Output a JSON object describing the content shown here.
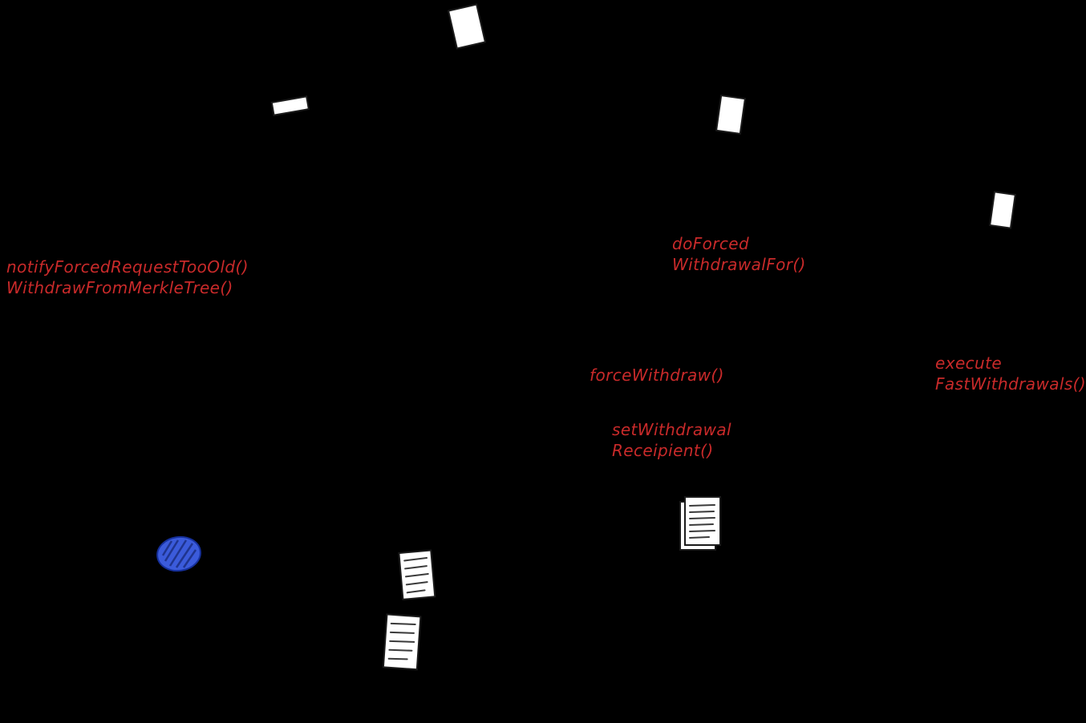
{
  "colors": {
    "canvas_bg": "#000000",
    "label_red": "#c92a2a",
    "document_fill": "#ffffff",
    "document_stroke": "#1b1b1b",
    "ellipse_blue": "#3b5bdb",
    "ellipse_hatch": "#16309c"
  },
  "labels": {
    "notify_forced_request": {
      "line1": "notifyForcedRequestTooOld()",
      "line2": "WithdrawFromMerkleTree()"
    },
    "do_forced_withdrawal": {
      "line1": "doForced",
      "line2": "WithdrawalFor()"
    },
    "force_withdraw": {
      "line1": "forceWithdraw()"
    },
    "set_withdrawal_recipient": {
      "line1": "setWithdrawal",
      "line2": "Receipient()"
    },
    "execute_fast_withdrawals": {
      "line1": "execute",
      "line2": "FastWithdrawals()"
    }
  },
  "icons": [
    {
      "name": "page-icon-top-center",
      "glyph": "blank-page"
    },
    {
      "name": "card-icon-left",
      "glyph": "small-card"
    },
    {
      "name": "page-icon-upper-right",
      "glyph": "blank-page"
    },
    {
      "name": "page-icon-far-right",
      "glyph": "blank-page"
    },
    {
      "name": "document-lines-icon-right",
      "glyph": "stacked-document-with-text-lines"
    },
    {
      "name": "document-lines-icon-center",
      "glyph": "document-with-text-lines"
    },
    {
      "name": "document-lines-icon-bottom",
      "glyph": "document-with-text-lines"
    },
    {
      "name": "scribble-ellipse-icon",
      "glyph": "hatched-blue-ellipse"
    }
  ]
}
